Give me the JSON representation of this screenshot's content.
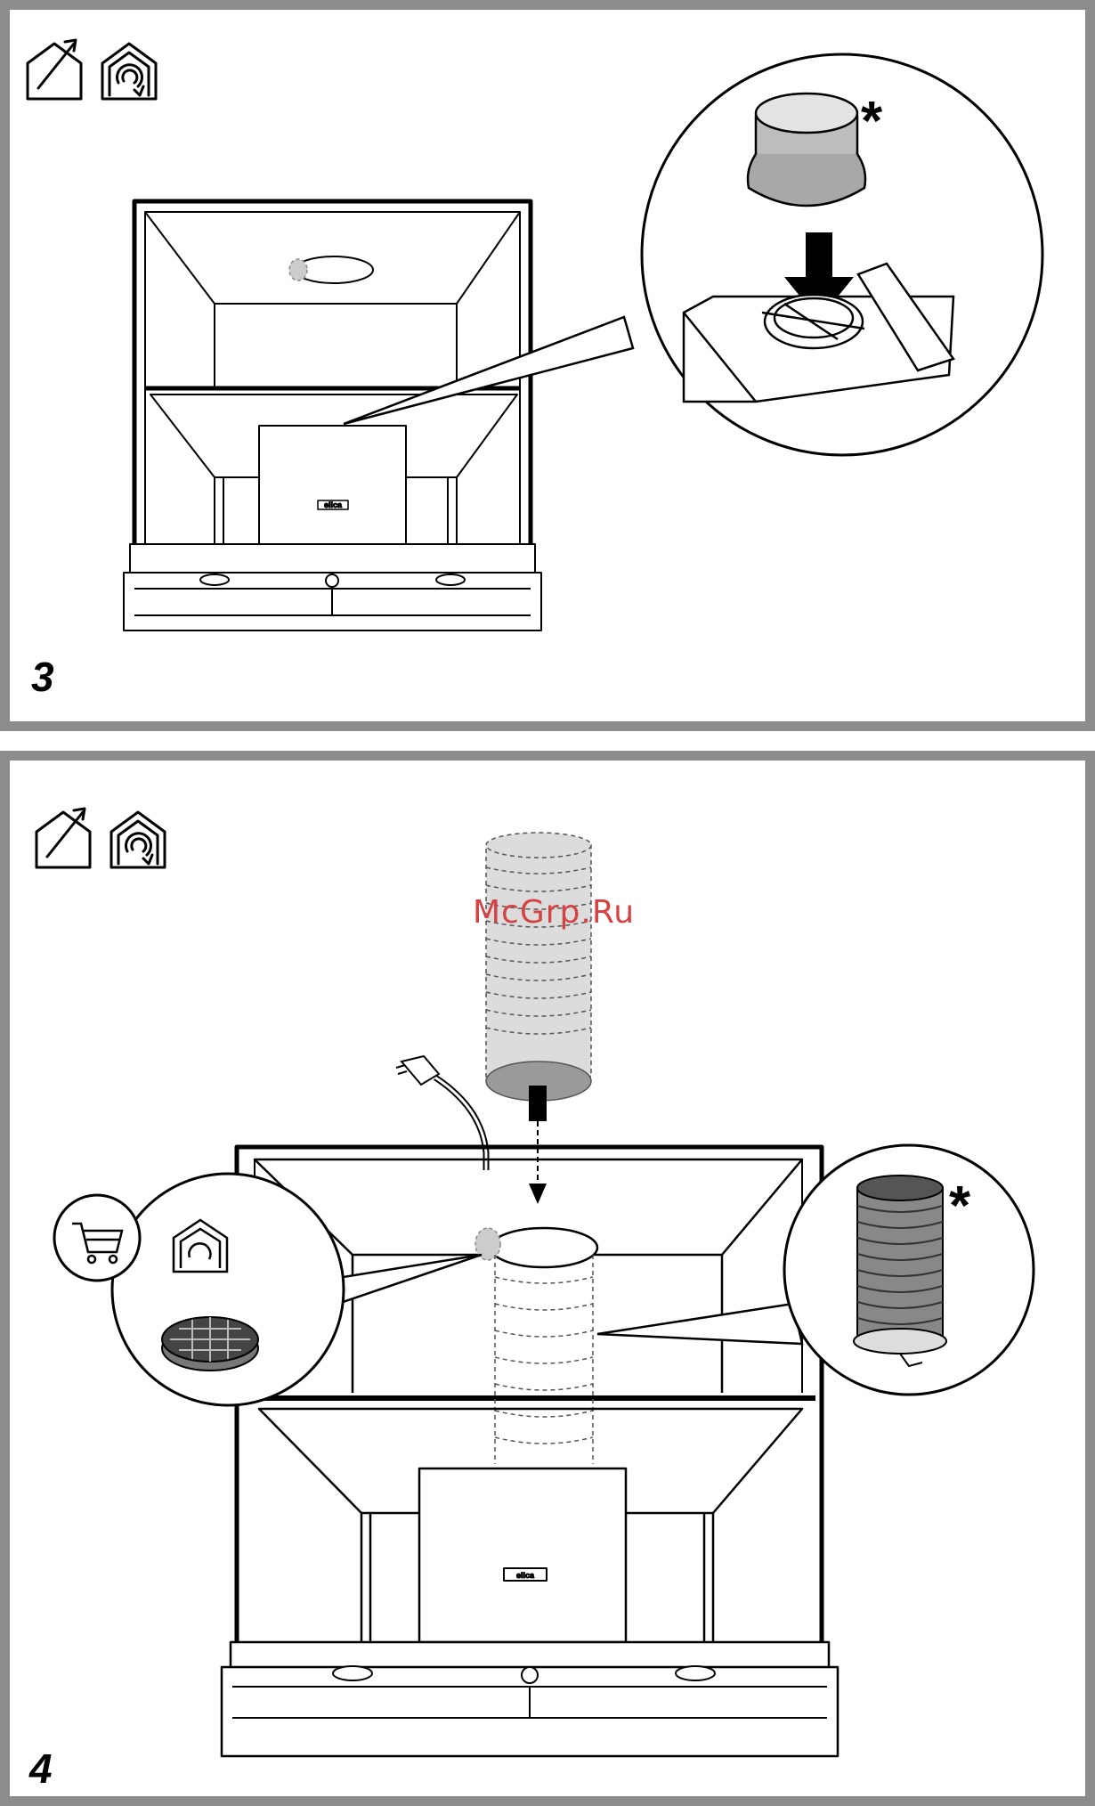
{
  "watermark": "McGrp.Ru",
  "panels": [
    {
      "step": "3",
      "detail_mark": "*"
    },
    {
      "step": "4",
      "detail_mark": "*"
    }
  ],
  "brand_label": "elica"
}
